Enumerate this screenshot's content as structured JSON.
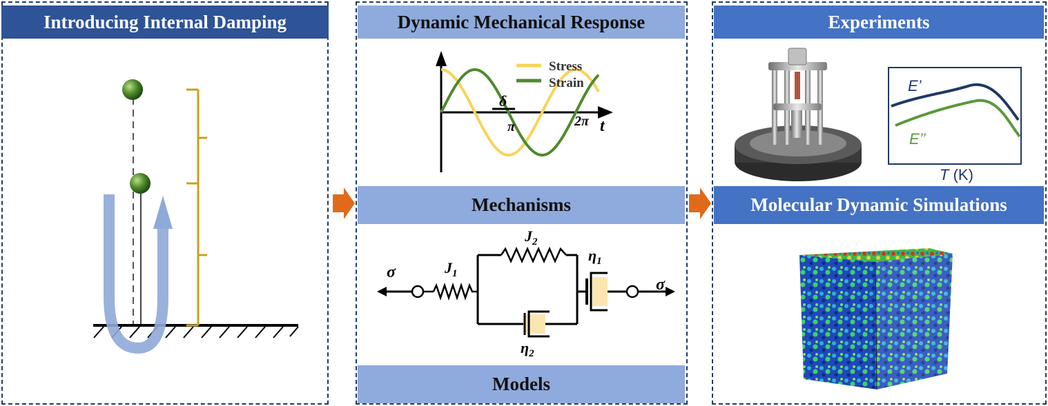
{
  "panels": {
    "left": {
      "title": "Introducing Internal Damping"
    },
    "middle": {
      "title": "Dynamic Mechanical Response",
      "mechanisms": "Mechanisms",
      "models": "Models",
      "wave": {
        "stress": "Stress",
        "strain": "Strain",
        "delta": "δ",
        "pi": "π",
        "two_pi": "2π",
        "t": "t"
      },
      "model_labels": {
        "sigma_left": "σ",
        "sigma_right": "σ",
        "j1": "J",
        "j1_sub": "1",
        "j2": "J",
        "j2_sub": "2",
        "eta1": "η",
        "eta1_sub": "1",
        "eta2": "η",
        "eta2_sub": "2"
      }
    },
    "right": {
      "title": "Experiments",
      "md_title": "Molecular Dynamic Simulations",
      "plot": {
        "e_prime": "E’",
        "e_double": "E’’",
        "t_label": "T",
        "t_unit": "(K)"
      }
    }
  },
  "colors": {
    "stress": "#f7d45a",
    "strain": "#4e8a2e",
    "e_prime": "#1f3864",
    "e_double": "#5a9a3a",
    "bracket": "#c8a020",
    "arrow": "#e06a1a"
  }
}
